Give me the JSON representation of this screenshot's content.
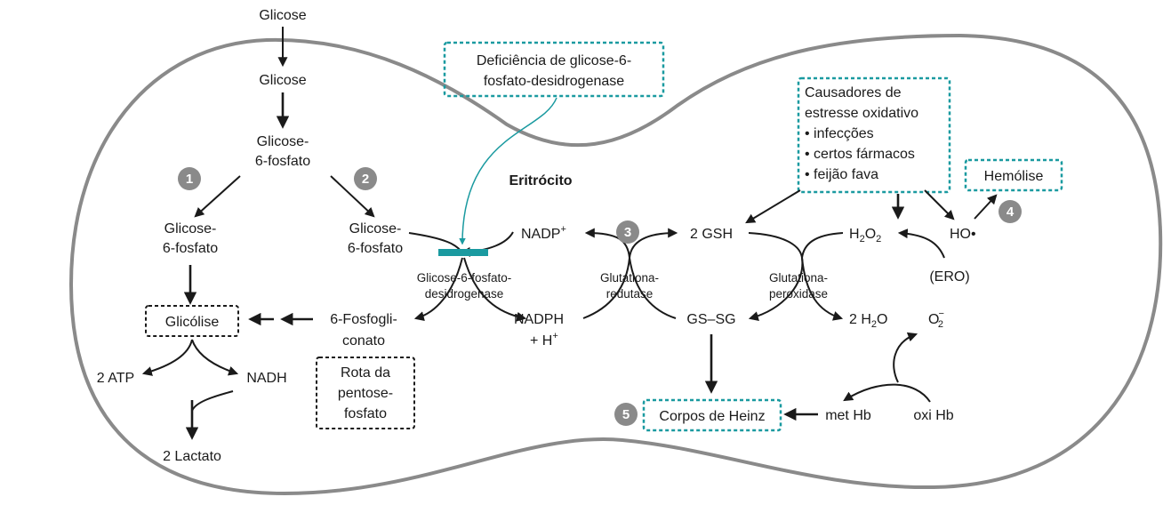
{
  "colors": {
    "teal": "#1a9aa0",
    "badge": "#8a8a8a",
    "cell": "#8a8a8a"
  },
  "labels": {
    "glicose_top": "Glicose",
    "glicose": "Glicose",
    "g6f_center_1": "Glicose-",
    "g6f_center_2": "6-fosfato",
    "g6f_left_1": "Glicose-",
    "g6f_left_2": "6-fosfato",
    "g6f_right_1": "Glicose-",
    "g6f_right_2": "6-fosfato",
    "glicolise": "Glicólise",
    "atp": "2 ATP",
    "nadh": "NADH",
    "lactato": "2 Lactato",
    "fosfogli_1": "6-Fosfogli-",
    "fosfogli_2": "conato",
    "rota_1": "Rota da",
    "rota_2": "pentose-",
    "rota_3": "fosfato",
    "enzyme_g6pd_1": "Glicose-6-fosfato-",
    "enzyme_g6pd_2": "desidrogenase",
    "deficiencia_1": "Deficiência de glicose-6-",
    "deficiencia_2": "fosfato-desidrogenase",
    "eritrocito": "Eritrócito",
    "nadp": "NADP",
    "nadp_sup": "+",
    "nadph": "NADPH",
    "h_plus": "+ H",
    "h_plus_sup": "+",
    "glut_red_1": "Glutationa-",
    "glut_red_2": "redutase",
    "gsh": "2 GSH",
    "gssg": "GS–SG",
    "glut_per_1": "Glutationa-",
    "glut_per_2": "peroxidase",
    "h2o2_main": "H",
    "h2o2_sub": "2",
    "h2o2_tail": "O",
    "h2o2_sub2": "2",
    "h2o_pre": "2 H",
    "h2o_sub": "2",
    "h2o_tail": "O",
    "ero": "(ERO)",
    "ho": "HO•",
    "o2_main": "O",
    "o2_sub": "2",
    "o2_sup": "−",
    "hemolise": "Hemólise",
    "causadores_1": "Causadores de",
    "causadores_2": "estresse oxidativo",
    "causadores_3": "• infecções",
    "causadores_4": "• certos fármacos",
    "causadores_5": "• feijão fava",
    "corpos": "Corpos de Heinz",
    "methb": "met Hb",
    "oxihb": "oxi Hb"
  },
  "badges": [
    "1",
    "2",
    "3",
    "4",
    "5"
  ]
}
